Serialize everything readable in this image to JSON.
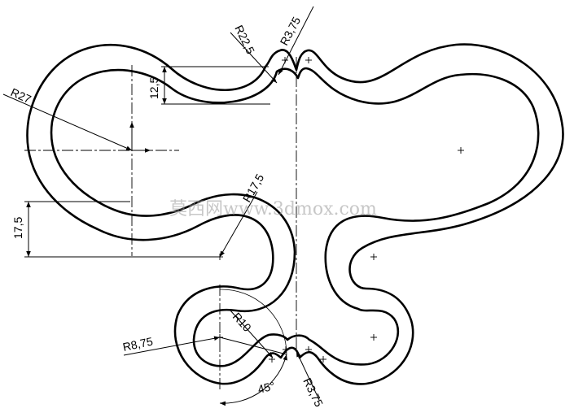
{
  "dimensions": {
    "r27": "R27",
    "r22_5": "R22,5",
    "r3_75_top": "R3,75",
    "d12_5": "12,5",
    "r17_5": "R17,5",
    "d17_5": "17,5",
    "r10": "R10",
    "r8_75": "R8,75",
    "angle45": "45°",
    "r3_75_bottom": "R3,75"
  },
  "watermark": "莫西网www.3dmox.com",
  "colors": {
    "line": "#000000",
    "thin": "#000000",
    "watermark": "#9a9a9a"
  }
}
